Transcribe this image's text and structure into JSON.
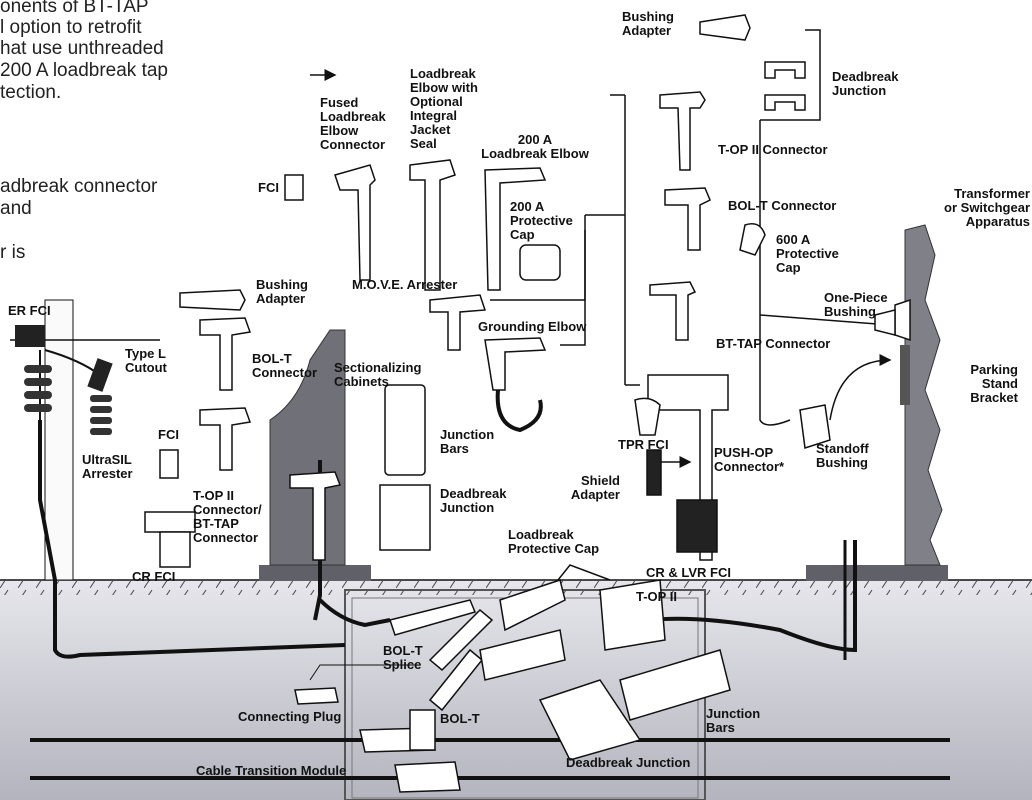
{
  "intro_text": [
    "onents of BT-TAP",
    "l option to retrofit",
    "hat use unthreaded",
    "200 A loadbreak tap",
    "tection.",
    "adbreak connector",
    "and",
    "r is"
  ],
  "labels": {
    "bushing_adapter_top": "Bushing\nAdapter",
    "deadbreak_junction_top": "Deadbreak\nJunction",
    "t_op_ii_connector": "T-OP II Connector",
    "bol_t_connector_right": "BOL-T Connector",
    "transformer": "Transformer\nor Switchgear\nApparatus",
    "protective_cap_600": "600 A\nProtective\nCap",
    "one_piece_bushing": "One-Piece\nBushing",
    "bt_tap_connector": "BT-TAP Connector",
    "parking_stand": "Parking\nStand\nBracket",
    "standoff_bushing": "Standoff\nBushing",
    "push_op": "PUSH-OP\nConnector*",
    "tpr_fci": "TPR FCI",
    "shield_adapter": "Shield\nAdapter",
    "cr_lvr_fci": "CR & LVR FCI",
    "loadbreak_protective_cap": "Loadbreak\nProtective Cap",
    "t_op_ii_underground": "T-OP II",
    "junction_bars_underground": "Junction\nBars",
    "deadbreak_junction_underground": "Deadbreak Junction",
    "bol_t_underground": "BOL-T",
    "bol_t_splice": "BOL-T\nSplice",
    "connecting_plug": "Connecting Plug",
    "cable_transition_module": "Cable Transition Module",
    "fused_elbow": "Fused\nLoadbreak\nElbow\nConnector",
    "loadbreak_elbow_seal": "Loadbreak\nElbow with\nOptional\nIntegral\nJacket\nSeal",
    "loadbreak_elbow_200": "200 A\nLoadbreak Elbow",
    "protective_cap_200": "200 A\nProtective\nCap",
    "fci_top": "FCI",
    "move_arrester": "M.O.V.E. Arrester",
    "grounding_elbow": "Grounding Elbow",
    "sectionalizing_cabinets": "Sectionalizing\nCabinets",
    "junction_bars_mid": "Junction\nBars",
    "deadbreak_junction_mid": "Deadbreak\nJunction",
    "bushing_adapter_left": "Bushing\nAdapter",
    "bol_t_connector_left": "BOL-T\nConnector",
    "fci_left": "FCI",
    "t_op_ii_bt_tap": "T-OP II\nConnector/\nBT-TAP\nConnector",
    "cr_fci": "CR FCI",
    "er_fci": "ER FCI",
    "type_l_cutout": "Type L\nCutout",
    "ultrasil_arrester": "UltraSIL\nArrester"
  },
  "colors": {
    "ground": "#cfcfd6",
    "ground_dark": "#aaaab4",
    "ink": "#111111",
    "pad": "#606068",
    "component_fill": "#ffffff"
  }
}
